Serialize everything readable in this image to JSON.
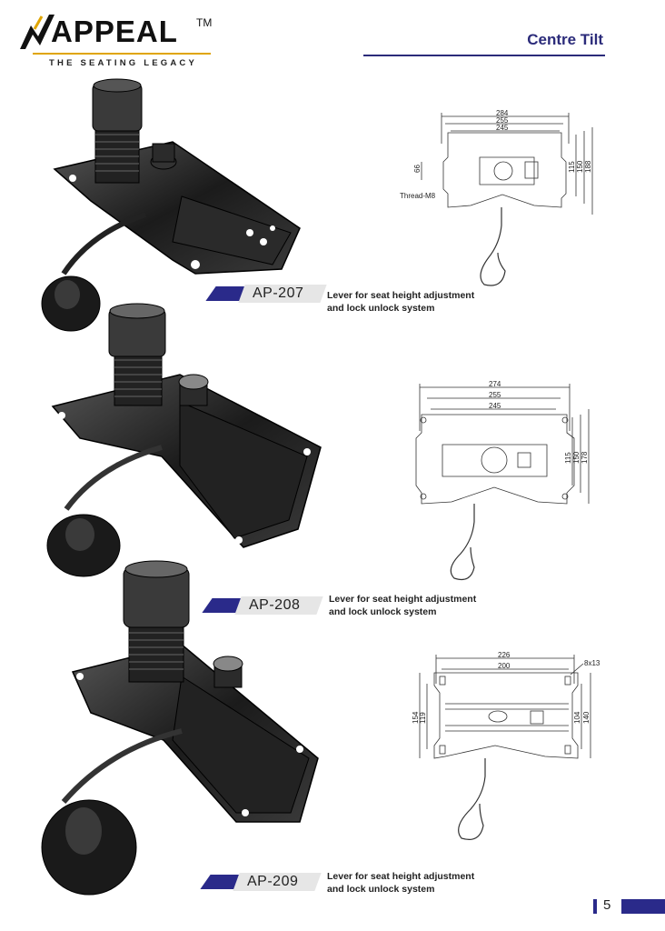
{
  "header": {
    "brand": "APPEAL",
    "trademark": "TM",
    "tagline": "THE SEATING LEGACY",
    "section_title": "Centre Tilt"
  },
  "colors": {
    "accent": "#2a2a8a",
    "logo_gold": "#e0a500"
  },
  "products": [
    {
      "model": "AP-207",
      "description_line1": "Lever for seat height adjustment",
      "description_line2": "and lock unlock system",
      "dims": {
        "w1": "284",
        "w2": "255",
        "w3": "245",
        "h1": "115",
        "h2": "150",
        "h3": "188",
        "left": "66",
        "thread": "Thread-M8"
      }
    },
    {
      "model": "AP-208",
      "description_line1": "Lever for seat height adjustment",
      "description_line2": "and lock unlock system",
      "dims": {
        "w1": "274",
        "w2": "255",
        "w3": "245",
        "h1": "115",
        "h2": "150",
        "h3": "178"
      }
    },
    {
      "model": "AP-209",
      "description_line1": "Lever for seat height adjustment",
      "description_line2": "and lock unlock system",
      "dims": {
        "w1": "226",
        "w2": "200",
        "slot": "8x13",
        "l1": "154",
        "l2": "119",
        "r1": "104",
        "r2": "140"
      }
    }
  ],
  "footer": {
    "page_number": "5"
  }
}
